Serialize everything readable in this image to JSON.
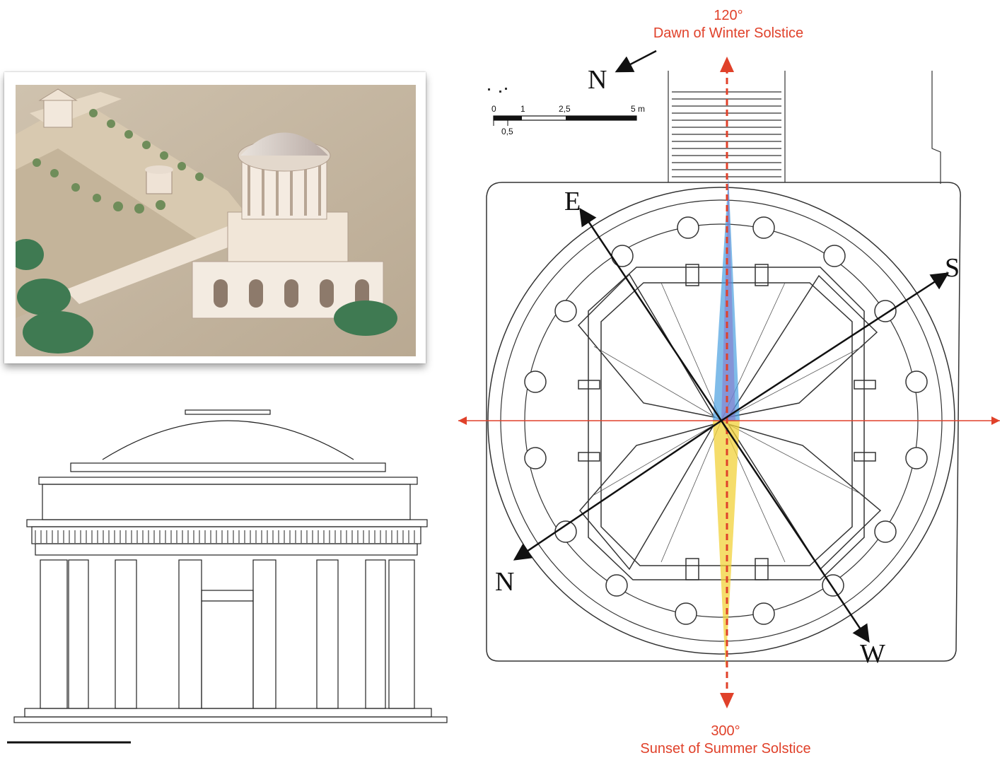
{
  "winter": {
    "angle": "120°",
    "caption": "Dawn of Winter Solstice"
  },
  "summer": {
    "angle": "300°",
    "caption": "Sunset of Summer Solstice"
  },
  "compass": {
    "north_top": "N",
    "east": "E",
    "south": "S",
    "north": "N",
    "west": "W"
  },
  "scale_bar": {
    "t0": "0",
    "t1": "1",
    "t25": "2,5",
    "t5": "5 m",
    "t05": "0,5"
  },
  "colors": {
    "accent_red": "#e0412a",
    "wedge_blue": "#4a9fe0",
    "wedge_yellow": "#f2d23a"
  }
}
